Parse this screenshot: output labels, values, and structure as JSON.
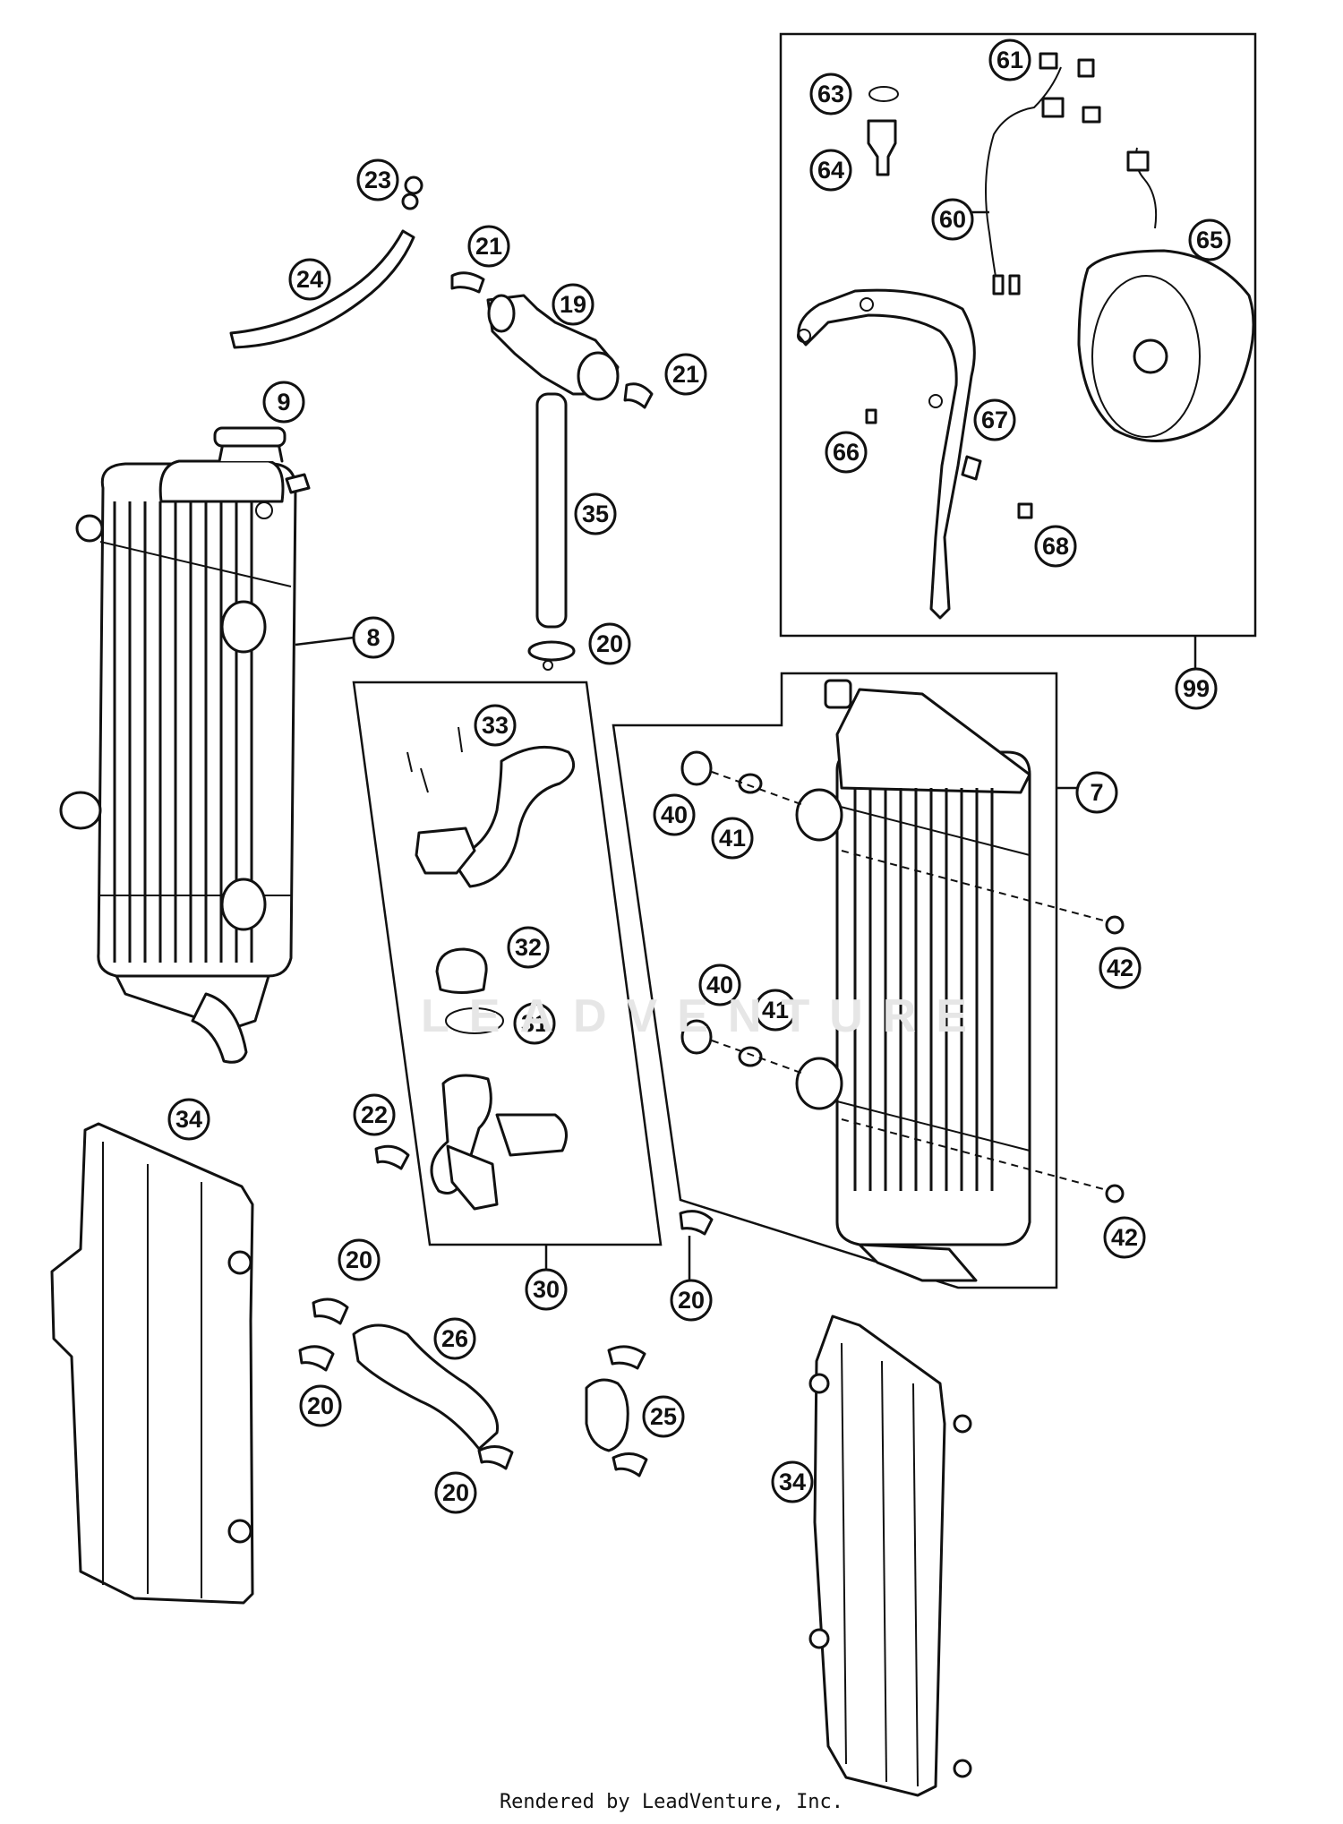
{
  "diagram": {
    "callouts": {
      "p9": "9",
      "p8": "8",
      "p23": "23",
      "p24": "24",
      "p21a": "21",
      "p19": "19",
      "p21b": "21",
      "p35": "35",
      "p20a": "20",
      "p33": "33",
      "p32": "32",
      "p31": "31",
      "p22": "22",
      "p30": "30",
      "p34a": "34",
      "p34b": "34",
      "p20b": "20",
      "p20c": "20",
      "p20d": "20",
      "p20e": "20",
      "p26": "26",
      "p25": "25",
      "p7": "7",
      "p40a": "40",
      "p41a": "41",
      "p40b": "40",
      "p41b": "41",
      "p42a": "42",
      "p42b": "42",
      "p99": "99",
      "p61": "61",
      "p63": "63",
      "p64": "64",
      "p60": "60",
      "p65": "65",
      "p66": "66",
      "p67": "67",
      "p68": "68"
    },
    "watermark": "LEADVENTURE",
    "footer": "Rendered by LeadVenture, Inc."
  }
}
